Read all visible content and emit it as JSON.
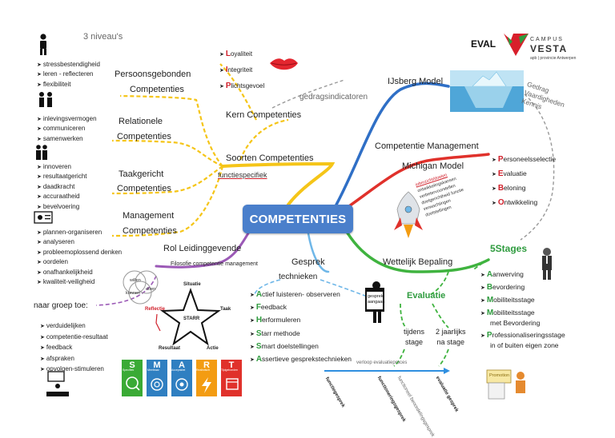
{
  "center": "COMPETENTIES",
  "logo": {
    "eval": "EVAL",
    "campus": "CAMPUS",
    "vesta": "VESTA",
    "tagline": "apb | provincie Antwerpen"
  },
  "niveaus": "3 niveau's",
  "persoon": {
    "title1": "Persoonsgebonden",
    "title2": "Competenties",
    "items": [
      "stressbestendigheid",
      "leren - reflecteren",
      "flexibiliteit"
    ]
  },
  "relationeel": {
    "title1": "Relationele",
    "title2": "Competenties",
    "items": [
      "inlevingsvermogen",
      "communiceren",
      "samenwerken"
    ]
  },
  "taak": {
    "title1": "Taakgericht",
    "title2": "Competenties",
    "items": [
      "innoveren",
      "resultaatgericht",
      "daadkracht",
      "accuraatheid",
      "bevelvoering"
    ]
  },
  "management": {
    "title1": "Management",
    "title2": "Competenties",
    "items": [
      "plannen-organiseren",
      "analyseren",
      "probleemoplossend denken",
      "oordelen",
      "onafhankelijkheid",
      "kwaliteit-veiligheid"
    ]
  },
  "kern": {
    "title": "Kern Competenties",
    "items": [
      "Loyaliteit",
      "Integriteit",
      "Plichtsgevoel"
    ]
  },
  "gedrag": "gedragsindicatoren",
  "soorten": "Soorten Competenties",
  "functiespecifiek": "functiespecifiek",
  "ijsberg": {
    "title": "IJsberg Model",
    "side": [
      "Gedrag",
      "Vaardigheden",
      "Kennis"
    ]
  },
  "compmgmt": "Competentie Management",
  "michigan": {
    "title": "Michigan Model",
    "items": [
      "Personeelsselectie",
      "Evaluatie",
      "Beloning",
      "Ontwikkeling"
    ],
    "rocket": [
      "jobinzicht/doelen",
      "ontwikkelingskansen",
      "verbetervoorstellen",
      "doelgerichtheid functie",
      "verwachtingen",
      "doelstellingen"
    ]
  },
  "wettelijk": "Wettelijk Bepaling",
  "stages": {
    "title": "5Stages",
    "items": [
      "Aanwerving",
      "Bevordering",
      "Mobiliteitsstage",
      "Mobiliteitsstage",
      "met Bevordering",
      "Professionaliseringsstage",
      "in of buiten eigen zone"
    ],
    "sign": "Promotion"
  },
  "evaluatie": {
    "title": "Evaluatie",
    "tijdens": [
      "tijdens",
      "stage"
    ],
    "jaarlijks": [
      "2 jaarlijks",
      "na stage"
    ],
    "verloop": "verloop evaluatieproces",
    "steps": [
      "functiegesprek",
      "functioneringsgesprek",
      "functioneel beoordelingsgesprek",
      "evaluatie gesprek"
    ],
    "board": [
      "gesprek",
      "aangaan"
    ]
  },
  "gesprek": {
    "title": "Gesprek",
    "sub": "technieken",
    "items": [
      "Actief luisteren- observeren",
      "Feedback",
      "Herformuleren",
      "Starr methode",
      "Smart doelstellingen",
      "Assertieve gesprekstechnieken"
    ]
  },
  "rol": {
    "title": "Rol Leidinggevende",
    "sub": "Filosofie competentie management",
    "venn": [
      "willen",
      "kunnen",
      "doen"
    ]
  },
  "groep": {
    "title": "naar groep toe:",
    "items": [
      "verduidelijken",
      "competentie-resultaat",
      "feedback",
      "afspraken",
      "opvolgen-stimuleren"
    ]
  },
  "starr": {
    "top": "Situatie",
    "right": "Taak",
    "left": "Reflectie",
    "bl": "Resultaat",
    "br": "Actie",
    "center": "STARR"
  },
  "smart": [
    {
      "letter": "S",
      "sub": "Specifiek",
      "color": "#3aaa35"
    },
    {
      "letter": "M",
      "sub": "Meetbaar",
      "color": "#2f7fc1"
    },
    {
      "letter": "A",
      "sub": "Acceptabel",
      "color": "#2f7fc1"
    },
    {
      "letter": "R",
      "sub": "Realistisch",
      "color": "#f39c12"
    },
    {
      "letter": "T",
      "sub": "Tijdgebonden",
      "color": "#e0312b"
    }
  ]
}
